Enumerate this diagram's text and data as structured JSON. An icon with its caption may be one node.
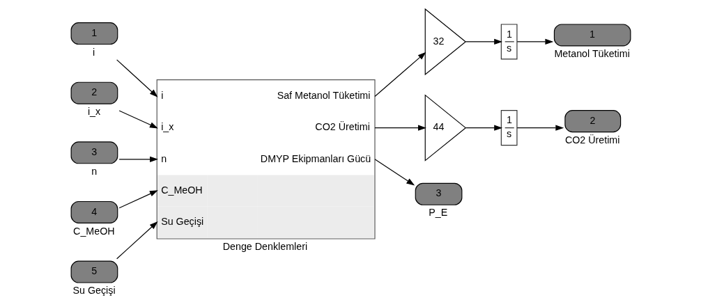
{
  "diagram": {
    "nodes": [
      {
        "text": [
          "1"
        ],
        "beside": [
          "i"
        ]
      },
      {
        "text": [
          "2"
        ],
        "beside": [
          "i_x"
        ]
      },
      {
        "text": [
          "3"
        ],
        "beside": [
          "n"
        ]
      },
      {
        "text": [
          "4"
        ],
        "beside": [
          "C_MeOH"
        ]
      },
      {
        "text": [
          "5"
        ],
        "beside": [
          "Su Geçişi"
        ]
      },
      {
        "text": [
          "i",
          "i_x",
          "n",
          "C_MeOH",
          "Su Geçişi",
          "Saf Metanol Tüketimi",
          "CO2 Üretimi",
          "DMYP Ekipmanları Gücü"
        ],
        "beside": [
          "Denge Denklemleri"
        ]
      },
      {
        "text": [
          "32"
        ]
      },
      {
        "text": [
          "44"
        ]
      },
      {
        "text": [
          "1",
          "s"
        ]
      },
      {
        "text": [
          "1",
          "s"
        ]
      },
      {
        "text": [
          "1"
        ],
        "beside": [
          "Metanol Tüketimi"
        ]
      },
      {
        "text": [
          "2"
        ],
        "beside": [
          "CO2 Üretimi"
        ]
      },
      {
        "text": [
          "3"
        ],
        "beside": [
          "P_E"
        ]
      }
    ],
    "edges": [
      {
        "from": 0,
        "to": 5,
        "arrow": "to"
      },
      {
        "from": 1,
        "to": 5,
        "arrow": "to"
      },
      {
        "from": 2,
        "to": 5,
        "arrow": "to"
      },
      {
        "from": 3,
        "to": 5,
        "arrow": "to"
      },
      {
        "from": 4,
        "to": 5,
        "arrow": "to"
      },
      {
        "from": 5,
        "to": 6,
        "arrow": "to"
      },
      {
        "from": 5,
        "to": 7,
        "arrow": "to"
      },
      {
        "from": 5,
        "to": 12,
        "arrow": "to"
      },
      {
        "from": 6,
        "to": 8,
        "arrow": "to"
      },
      {
        "from": 7,
        "to": 9,
        "arrow": "to"
      },
      {
        "from": 8,
        "to": 10,
        "arrow": "to"
      },
      {
        "from": 9,
        "to": 11,
        "arrow": "to"
      }
    ]
  }
}
